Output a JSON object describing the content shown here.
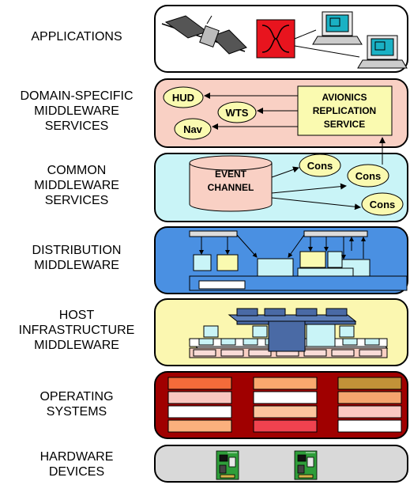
{
  "layers": {
    "applications": "APPLICATIONS",
    "domain_specific": "DOMAIN-SPECIFIC\nMIDDLEWARE\nSERVICES",
    "common": "COMMON\nMIDDLEWARE\nSERVICES",
    "distribution": "DISTRIBUTION\nMIDDLEWARE",
    "host": "HOST\nINFRASTRUCTURE\nMIDDLEWARE",
    "operating": "OPERATING\nSYSTEMS",
    "hardware": "HARDWARE\nDEVICES"
  },
  "domain_services": {
    "hud": "HUD",
    "wts": "WTS",
    "nav": "Nav",
    "avionics_line1": "AVIONICS",
    "avionics_line2": "REPLICATION",
    "avionics_line3": "SERVICE"
  },
  "common_services": {
    "event_line1": "EVENT",
    "event_line2": "CHANNEL",
    "cons_1": "Cons",
    "cons_2": "Cons",
    "cons_3": "Cons"
  },
  "colors": {
    "applications_bg": "#ffffff",
    "domain_bg": "#f9d0c4",
    "common_bg": "#c9f4f7",
    "distribution_bg": "#4a90e2",
    "host_bg": "#fbf7b0",
    "os_bg": "#a00000",
    "hardware_bg": "#d9d9d9",
    "node_fill": "#fafab0"
  }
}
